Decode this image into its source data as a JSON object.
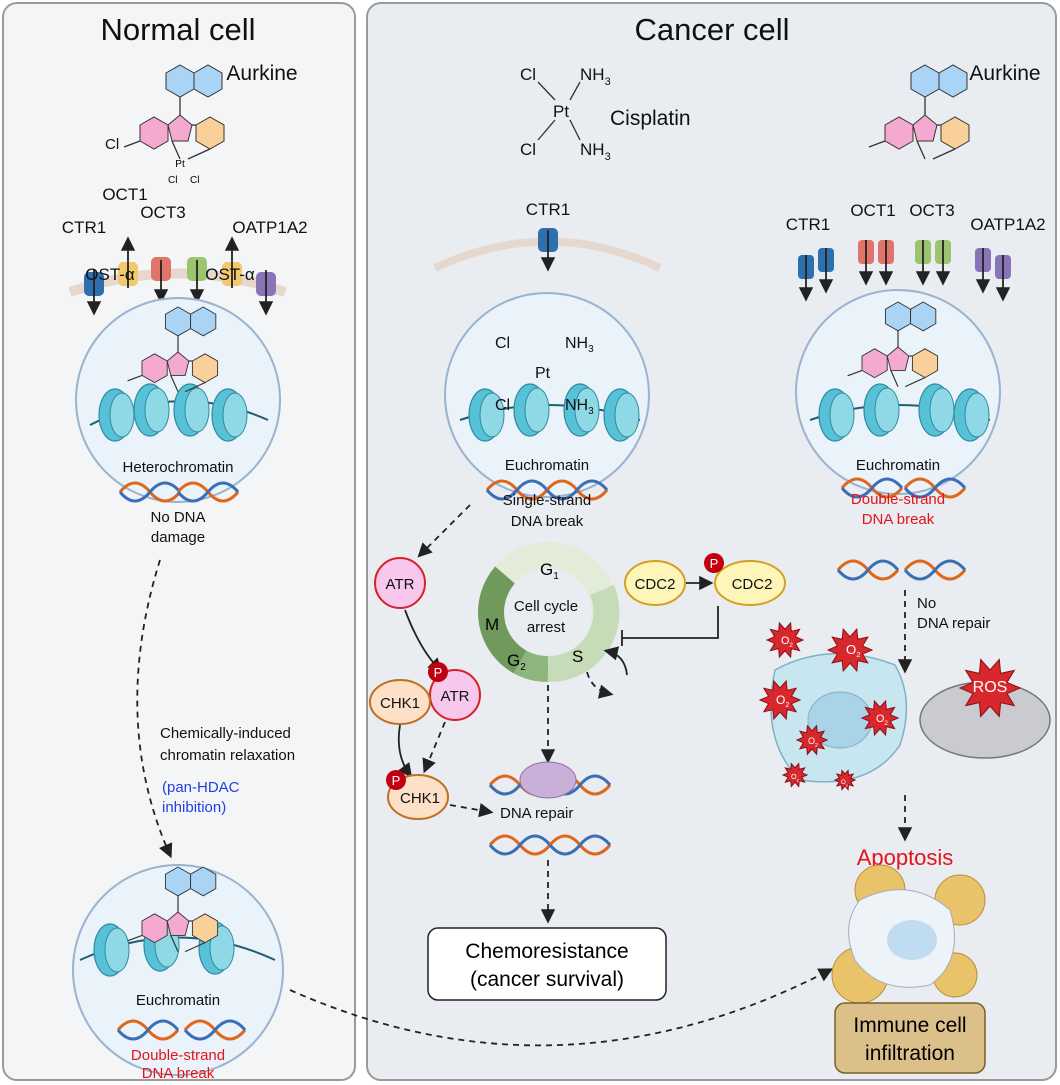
{
  "normal": {
    "title": "Normal cell",
    "drug_label": "Aurkine",
    "transporters": [
      "CTR1",
      "OCT1",
      "OCT3",
      "OATP1A2"
    ],
    "efflux": [
      "OST-α",
      "OST-α"
    ],
    "nucleus1": {
      "state": "Heterochromatin",
      "line1": "No DNA",
      "line2": "damage"
    },
    "relaxation": {
      "line1": "Chemically-induced",
      "line2": "chromatin relaxation",
      "note1": "(pan-HDAC",
      "note2": "inhibition)"
    },
    "nucleus2": {
      "state": "Euchromatin",
      "line1": "Double-strand",
      "line2": "DNA break"
    }
  },
  "cancer": {
    "title": "Cancer cell",
    "cisplatin": {
      "label": "Cisplatin",
      "cl": "Cl",
      "nh": "NH",
      "sub": "3",
      "pt": "Pt",
      "transporter": "CTR1"
    },
    "cis_nucleus": {
      "state": "Euchromatin",
      "line1": "Single-strand",
      "line2": "DNA break"
    },
    "atr": "ATR",
    "chk1": "CHK1",
    "cdc2": "CDC2",
    "p": "P",
    "cycle": {
      "g": "G",
      "g1": "1",
      "g2": "2",
      "m": "M",
      "s": "S",
      "center1": "Cell cycle",
      "center2": "arrest"
    },
    "repair": "DNA repair",
    "outcome1": "Chemoresistance",
    "outcome2": "(cancer survival)",
    "aurkine": {
      "label": "Aurkine",
      "transporters": [
        "CTR1",
        "OCT1",
        "OCT3",
        "OATP1A2"
      ]
    },
    "aur_nucleus": {
      "state": "Euchromatin",
      "line1": "Double-strand",
      "line2": "DNA break"
    },
    "norepair1": "No",
    "norepair2": "DNA repair",
    "o": "O",
    "o_sub": "2",
    "ros": "ROS",
    "apoptosis": "Apoptosis",
    "immune1": "Immune cell",
    "immune2": "infiltration",
    "chem": {
      "cl": "Cl",
      "n": "N",
      "pt": "Pt"
    }
  },
  "colors": {
    "red": "#e4141b",
    "blue": "#1f3fe0",
    "panel_left": "#f4f5f7",
    "panel_right": "#e9ecf1"
  }
}
